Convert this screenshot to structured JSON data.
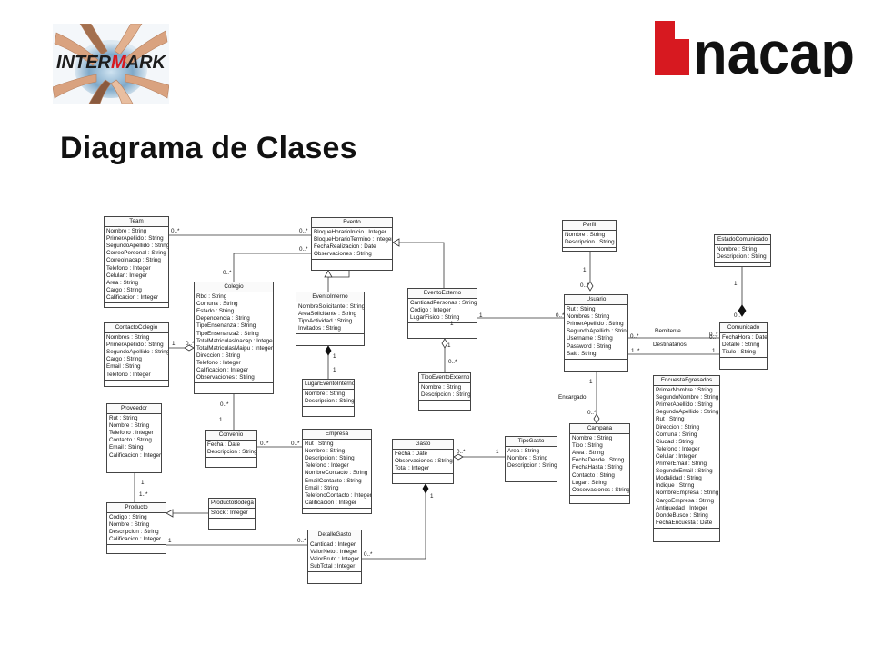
{
  "logos": {
    "left": {
      "text": "INTERMARK",
      "part_dark_1": "INTER",
      "part_red": "M",
      "part_dark_2": "ARK"
    },
    "right": {
      "text": "nacap",
      "brand_color": "#d71920"
    }
  },
  "title": "Diagrama de Clases",
  "classes": [
    {
      "id": "team",
      "name": "Team",
      "attrs": [
        "Nombre : String",
        "PrimerApellido : String",
        "SegundoApellido : String",
        "CorreoPersonal : String",
        "CorreoInacap : String",
        "Telefono : Integer",
        "Celular : Integer",
        "Area : String",
        "Cargo : String",
        "Calificacion : Integer"
      ]
    },
    {
      "id": "evento",
      "name": "Evento",
      "attrs": [
        "BloqueHorarioInicio : Integer",
        "BloqueHorarioTermino : Integer",
        "FechaRealizacion : Date",
        "Observaciones : String"
      ]
    },
    {
      "id": "perfil",
      "name": "Perfil",
      "attrs": [
        "Nombre : String",
        "Descripcion : String"
      ]
    },
    {
      "id": "estadocomunicado",
      "name": "EstadoComunicado",
      "attrs": [
        "Nombre : String",
        "Descripcion : String"
      ]
    },
    {
      "id": "colegio",
      "name": "Colegio",
      "attrs": [
        "Rbd : String",
        "Comuna : String",
        "Estado : String",
        "Dependencia : String",
        "TipoEnsenanza : String",
        "TipoEnsenanza2 : String",
        "TotalMatriculasInacap : Integer",
        "TotalMatriculasMaipu : Integer",
        "Direccion : String",
        "Telefono : Integer",
        "Calificacion : Integer",
        "Observaciones : String"
      ]
    },
    {
      "id": "eventointerno",
      "name": "EventoInterno",
      "attrs": [
        "NombreSolicitante : String",
        "AreaSolicitante : String",
        "TipoActividad : String",
        "Invitados : String"
      ]
    },
    {
      "id": "eventoexterno",
      "name": "EventoExterno",
      "attrs": [
        "CantidadPersonas : String",
        "Codigo : Integer",
        "LugarFisico : String"
      ]
    },
    {
      "id": "usuario",
      "name": "Usuario",
      "attrs": [
        "Rut : String",
        "Nombres : String",
        "PrimerApellido : String",
        "SegundoApellido : String",
        "Username : String",
        "Password : String",
        "Salt : String"
      ]
    },
    {
      "id": "comunicado",
      "name": "Comunicado",
      "attrs": [
        "FechaHora : Date",
        "Detalle : String",
        "Titulo : String"
      ]
    },
    {
      "id": "contactocolegio",
      "name": "ContactoColegio",
      "attrs": [
        "Nombres : String",
        "PrimerApellido : String",
        "SegundoApellido : String",
        "Cargo : String",
        "Email : String",
        "Telefono : Integer"
      ]
    },
    {
      "id": "lugareventointerno",
      "name": "LugarEventoInterno",
      "attrs": [
        "Nombre : String",
        "Descripcion : String"
      ]
    },
    {
      "id": "tipoeventoexterno",
      "name": "TipoEventoExterno",
      "attrs": [
        "Nombre : String",
        "Descripcion : String"
      ]
    },
    {
      "id": "encuestaegresados",
      "name": "EncuestaEgresados",
      "attrs": [
        "PrimerNombre : String",
        "SegundoNombre : String",
        "PrimerApellido : String",
        "SegundoApellido : String",
        "Rut : String",
        "Direccion : String",
        "Comuna : String",
        "Ciudad : String",
        "Telefono : Integer",
        "Celular : Integer",
        "PrimerEmail : String",
        "SegundoEmail : String",
        "Modalidad : String",
        "Indique : String",
        "NombreEmpresa : String",
        "CargoEmpresa : String",
        "Antiguedad : Integer",
        "DondeBusco : String",
        "FechaEncuesta : Date"
      ]
    },
    {
      "id": "proveedor",
      "name": "Proveedor",
      "attrs": [
        "Rut : String",
        "Nombre : String",
        "Telefono : Integer",
        "Contacto : String",
        "Email : String",
        "Calificacion : Integer"
      ]
    },
    {
      "id": "convenio",
      "name": "Convenio",
      "attrs": [
        "Fecha : Date",
        "Descripcion : String"
      ]
    },
    {
      "id": "empresa",
      "name": "Empresa",
      "attrs": [
        "Rut : String",
        "Nombre : String",
        "Descripcion : String",
        "Telefono : Integer",
        "NombreContacto : String",
        "EmailContacto : String",
        "Email : String",
        "TelefonoContacto : Integer",
        "Calificacion : Integer"
      ]
    },
    {
      "id": "gasto",
      "name": "Gasto",
      "attrs": [
        "Fecha : Date",
        "Observaciones : String",
        "Total : Integer"
      ]
    },
    {
      "id": "tipogasto",
      "name": "TipoGasto",
      "attrs": [
        "Area : String",
        "Nombre : String",
        "Descripcion : String"
      ]
    },
    {
      "id": "campana",
      "name": "Campana",
      "attrs": [
        "Nombre : String",
        "Tipo : String",
        "Area : String",
        "FechaDesde : String",
        "FechaHasta : String",
        "Contacto : String",
        "Lugar : String",
        "Observaciones : String"
      ]
    },
    {
      "id": "productobodega",
      "name": "ProductoBodega",
      "attrs": [
        "Stock : Integer"
      ]
    },
    {
      "id": "producto",
      "name": "Producto",
      "attrs": [
        "Codigo : String",
        "Nombre : String",
        "Descripcion : String",
        "Calificacion : Integer"
      ]
    },
    {
      "id": "detallegasto",
      "name": "DetalleGasto",
      "attrs": [
        "Cantidad : Integer",
        "ValorNeto : Integer",
        "ValorBruto : Integer",
        "SubTotal : Integer"
      ]
    }
  ],
  "labels": [
    {
      "id": "m1",
      "text": "0..*"
    },
    {
      "id": "m2",
      "text": "0..*"
    },
    {
      "id": "m3",
      "text": "0..*"
    },
    {
      "id": "m4",
      "text": "0..*"
    },
    {
      "id": "m5",
      "text": "1"
    },
    {
      "id": "m6",
      "text": "0..*"
    },
    {
      "id": "m7",
      "text": "1"
    },
    {
      "id": "m8",
      "text": "1"
    },
    {
      "id": "m9",
      "text": "0..*"
    },
    {
      "id": "m10",
      "text": "1"
    },
    {
      "id": "m11",
      "text": "0..*"
    },
    {
      "id": "m12",
      "text": "1"
    },
    {
      "id": "m13",
      "text": "0..*"
    },
    {
      "id": "m14",
      "text": "1"
    },
    {
      "id": "m15",
      "text": "1"
    },
    {
      "id": "m16",
      "text": "0..*"
    },
    {
      "id": "m17",
      "text": "1"
    },
    {
      "id": "m18",
      "text": "0..*"
    },
    {
      "id": "m19",
      "text": "Remitente"
    },
    {
      "id": "m20",
      "text": "1"
    },
    {
      "id": "m21",
      "text": "0..*"
    },
    {
      "id": "m22",
      "text": "Destinatarios"
    },
    {
      "id": "m23",
      "text": "1..*"
    },
    {
      "id": "m24",
      "text": "1"
    },
    {
      "id": "m25",
      "text": "1"
    },
    {
      "id": "m26",
      "text": "Encargado"
    },
    {
      "id": "m27",
      "text": "0..*"
    },
    {
      "id": "m28",
      "text": "0..*"
    },
    {
      "id": "m29",
      "text": "1"
    },
    {
      "id": "m30",
      "text": "0..*"
    },
    {
      "id": "m31",
      "text": "0..*"
    },
    {
      "id": "m32",
      "text": "0..*"
    },
    {
      "id": "m33",
      "text": "1"
    },
    {
      "id": "m34",
      "text": "1"
    },
    {
      "id": "m35",
      "text": "1"
    },
    {
      "id": "m36",
      "text": "1..*"
    },
    {
      "id": "m37",
      "text": "1"
    },
    {
      "id": "m38",
      "text": "0..*"
    },
    {
      "id": "m39",
      "text": "0..*"
    }
  ]
}
